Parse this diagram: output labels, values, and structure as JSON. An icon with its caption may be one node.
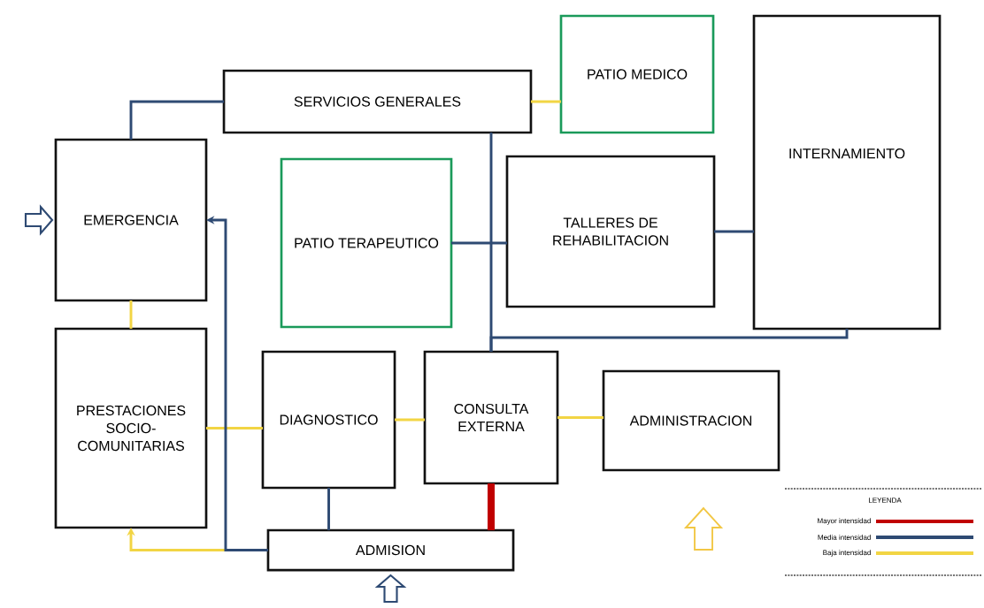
{
  "diagram": {
    "nodes": [
      {
        "text": [
          "SERVICIOS GENERALES"
        ]
      },
      {
        "text": [
          "PATIO MEDICO"
        ]
      },
      {
        "text": [
          "INTERNAMIENTO"
        ]
      },
      {
        "text": [
          "EMERGENCIA"
        ]
      },
      {
        "text": [
          "PATIO TERAPEUTICO"
        ]
      },
      {
        "text": [
          "TALLERES DE REHABILITACION"
        ]
      },
      {
        "text": [
          "PRESTACIONES SOCIO-COMUNITARIAS"
        ]
      },
      {
        "text": [
          "DIAGNOSTICO"
        ]
      },
      {
        "text": [
          "CONSULTA EXTERNA"
        ]
      },
      {
        "text": [
          "ADMINISTRACION"
        ]
      },
      {
        "text": [
          "ADMISION"
        ]
      }
    ],
    "edges": [
      {
        "from": 0,
        "to": 3,
        "arrow": "none"
      },
      {
        "from": 0,
        "to": 1,
        "arrow": "none",
        "color": "#f2d544"
      },
      {
        "from": 0,
        "to": 8,
        "arrow": "none"
      },
      {
        "from": 4,
        "to": 5,
        "arrow": "none"
      },
      {
        "from": 5,
        "to": 2,
        "arrow": "none"
      },
      {
        "from": 2,
        "to": 8,
        "arrow": "none"
      },
      {
        "from": 3,
        "to": 6,
        "arrow": "none",
        "color": "#f2d544"
      },
      {
        "from": 6,
        "to": 7,
        "arrow": "none",
        "color": "#f2d544"
      },
      {
        "from": 7,
        "to": 8,
        "arrow": "none",
        "color": "#f2d544"
      },
      {
        "from": 8,
        "to": 9,
        "arrow": "none",
        "color": "#f2d544"
      },
      {
        "from": 7,
        "to": 10,
        "arrow": "none"
      },
      {
        "from": 8,
        "to": 10,
        "arrow": "none",
        "style": "thick",
        "color": "#c00000"
      },
      {
        "from": 10,
        "to": 6,
        "arrow": "to",
        "color": "#f2d544"
      },
      {
        "from": 10,
        "to": 3,
        "arrow": "to"
      },
      {
        "from": null,
        "to": 3,
        "arrow": "to"
      },
      {
        "from": null,
        "to": 10,
        "arrow": "to"
      }
    ],
    "labels": [
      "LEYENDA"
    ],
    "legend": [
      {
        "text": "Mayor intensidad",
        "color": "#c00000"
      },
      {
        "text": "Media intensidad",
        "color": "#2e4a73"
      },
      {
        "text": "Baja intensidad",
        "color": "#f2d544"
      }
    ]
  }
}
